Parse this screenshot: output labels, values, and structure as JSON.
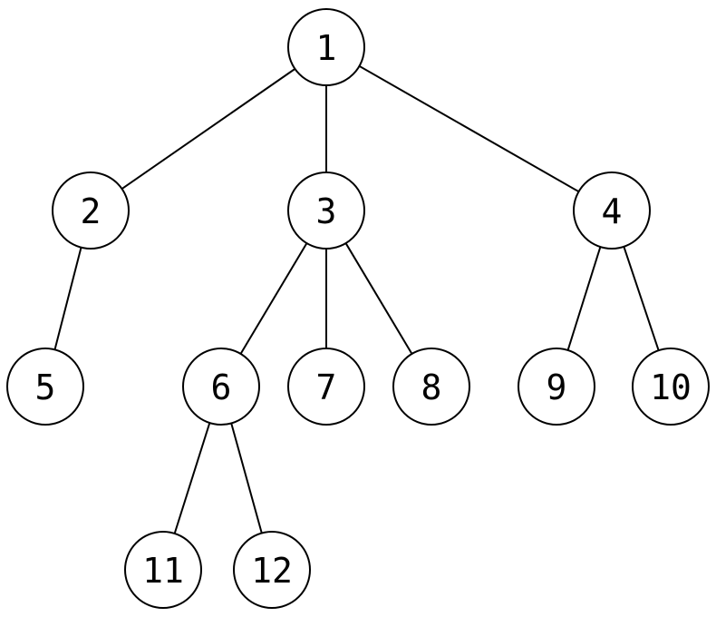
{
  "tree": {
    "nodes": [
      {
        "id": "1",
        "label": "1"
      },
      {
        "id": "2",
        "label": "2"
      },
      {
        "id": "3",
        "label": "3"
      },
      {
        "id": "4",
        "label": "4"
      },
      {
        "id": "5",
        "label": "5"
      },
      {
        "id": "6",
        "label": "6"
      },
      {
        "id": "7",
        "label": "7"
      },
      {
        "id": "8",
        "label": "8"
      },
      {
        "id": "9",
        "label": "9"
      },
      {
        "id": "10",
        "label": "10"
      },
      {
        "id": "11",
        "label": "11"
      },
      {
        "id": "12",
        "label": "12"
      }
    ],
    "edges": [
      [
        "1",
        "2"
      ],
      [
        "1",
        "3"
      ],
      [
        "1",
        "4"
      ],
      [
        "2",
        "5"
      ],
      [
        "3",
        "6"
      ],
      [
        "3",
        "7"
      ],
      [
        "3",
        "8"
      ],
      [
        "4",
        "9"
      ],
      [
        "4",
        "10"
      ],
      [
        "6",
        "11"
      ],
      [
        "6",
        "12"
      ]
    ],
    "colors": {
      "stroke": "#000000",
      "fill": "#ffffff",
      "text": "#000000"
    }
  }
}
